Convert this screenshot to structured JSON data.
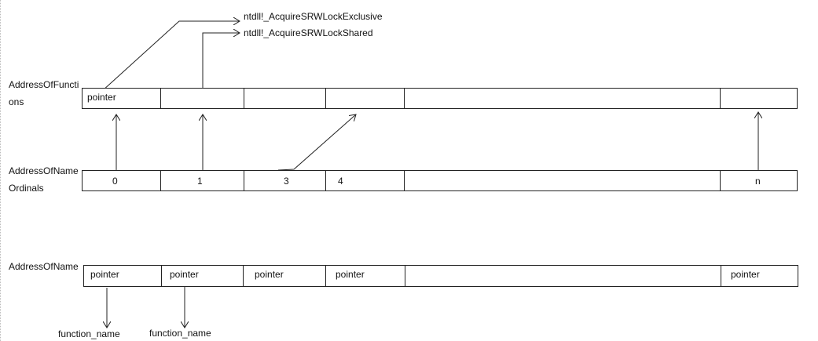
{
  "targets": {
    "exclusive": "ntdll!_AcquireSRWLockExclusive",
    "shared": "ntdll!_AcquireSRWLockShared"
  },
  "functions_row": {
    "label_line1": "AddressOfFuncti",
    "label_line2": "ons",
    "cells": [
      "pointer",
      "",
      "",
      "",
      "",
      ""
    ]
  },
  "ordinals_row": {
    "label_line1": "AddressOfName",
    "label_line2": "Ordinals",
    "cells": [
      "0",
      "1",
      "3",
      "4",
      "",
      "n"
    ]
  },
  "names_row": {
    "label": "AddressOfName",
    "cells": [
      "pointer",
      "pointer",
      "pointer",
      "pointer",
      "",
      "pointer"
    ]
  },
  "function_names": [
    "function_name",
    "function_name"
  ]
}
